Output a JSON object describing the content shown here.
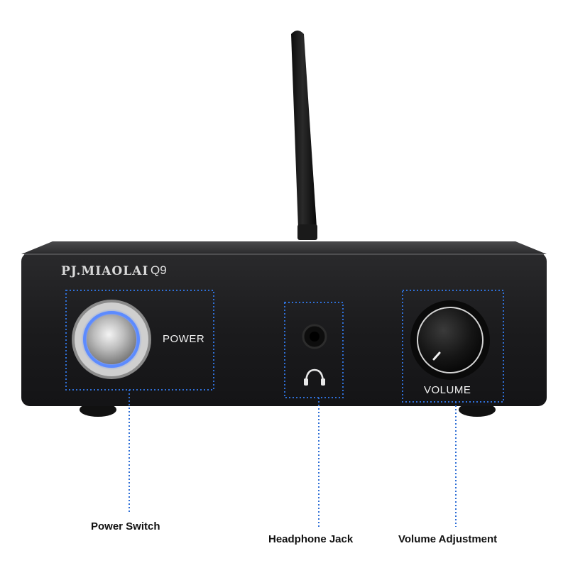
{
  "device": {
    "brand": "PJ.MIAOLAI",
    "model": "Q9",
    "power_label": "POWER",
    "volume_label": "VOLUME"
  },
  "callouts": {
    "power_switch": "Power Switch",
    "headphone_jack": "Headphone Jack",
    "volume_adjustment": "Volume Adjustment"
  },
  "colors": {
    "chassis": "#1c1c1e",
    "dotted_outline": "#2f6fd6",
    "power_ring_glow": "#4b7bff",
    "background": "#ffffff"
  },
  "icons": [
    "headphones-icon",
    "antenna",
    "power-button",
    "volume-knob",
    "headphone-jack"
  ]
}
